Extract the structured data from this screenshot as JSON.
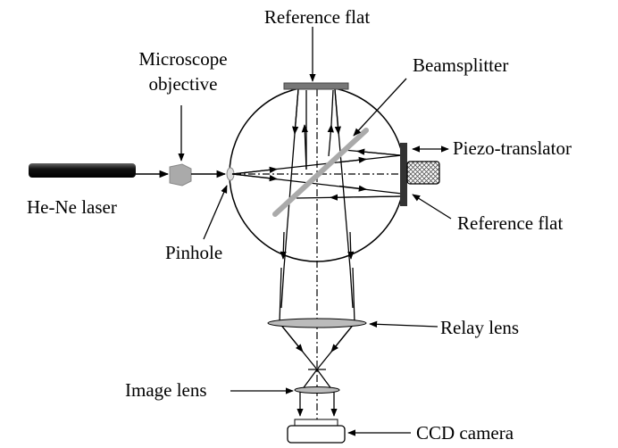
{
  "labels": {
    "reference_flat_top": "Reference flat",
    "microscope_line1": "Microscope",
    "microscope_line2": "objective",
    "beamsplitter": "Beamsplitter",
    "piezo": "Piezo-translator",
    "laser": "He-Ne laser",
    "reference_flat_right": "Reference flat",
    "pinhole": "Pinhole",
    "relay_lens": "Relay lens",
    "image_lens": "Image lens",
    "ccd_camera": "CCD camera"
  },
  "colors": {
    "line": "#000000",
    "component_gray": "#999999",
    "lens_fill": "#bbbbbb"
  }
}
